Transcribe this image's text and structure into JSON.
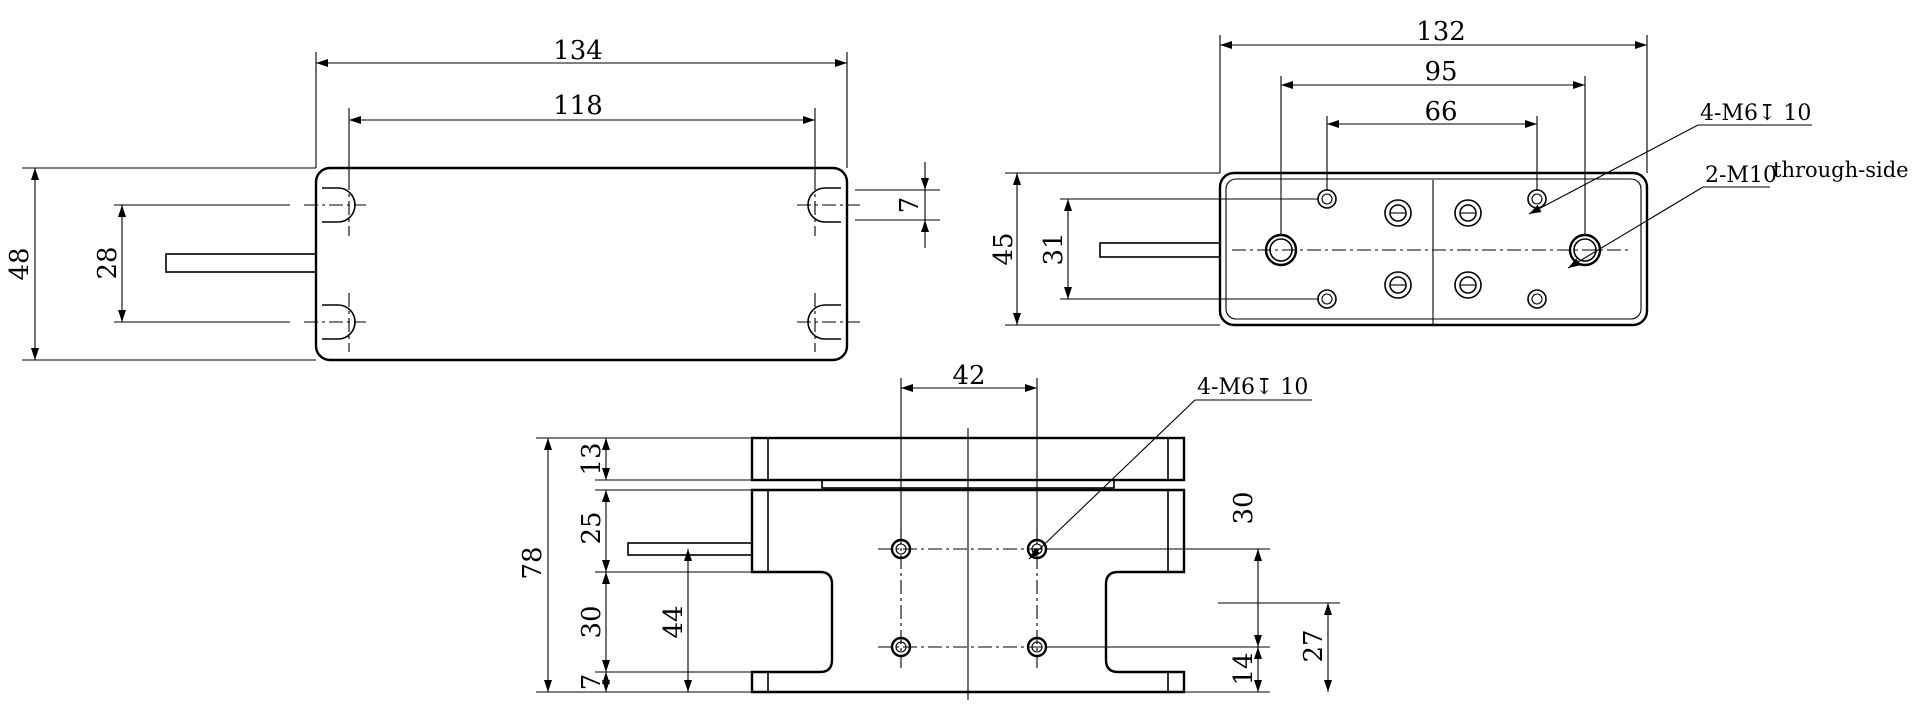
{
  "views": {
    "top": {
      "dims": {
        "overall_length": "134",
        "slot_pitch": "118",
        "height": "48",
        "slot_spacing": "28",
        "slot_offset": "7"
      }
    },
    "side": {
      "dims": {
        "overall_length": "132",
        "outer_hole_pitch": "95",
        "inner_hole_pitch": "66",
        "height": "45",
        "hole_spacing": "31"
      },
      "callouts": {
        "tapped_holes": "4-M6↧ 10",
        "through_holes": "2-M10",
        "through_note": "through-side"
      }
    },
    "front": {
      "dims": {
        "hole_pitch": "42",
        "overall_height": "78",
        "top_plate": "13",
        "upper_section": "25",
        "middle_section": "30",
        "bottom_lip": "7",
        "cable_height": "44",
        "hole_row_spacing": "30",
        "lower_offset": "14",
        "lower_total": "27"
      },
      "callouts": {
        "tapped_holes": "4-M6↧ 10"
      }
    }
  }
}
